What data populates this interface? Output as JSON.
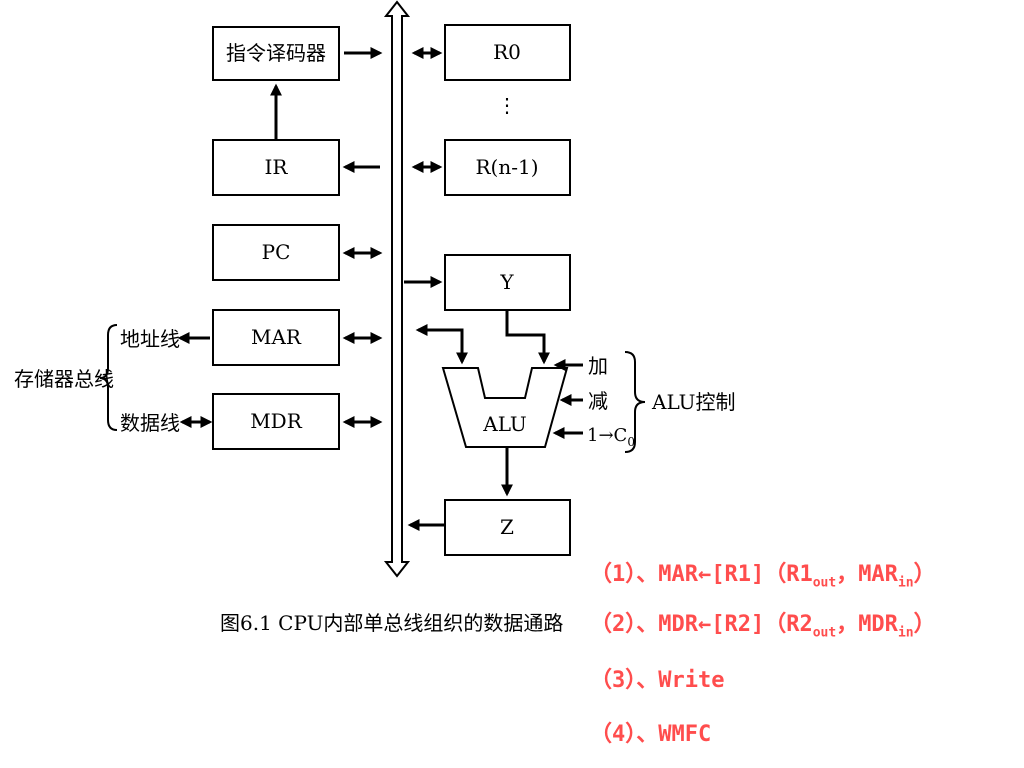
{
  "blocks": {
    "decoder": "指令译码器",
    "ir": "IR",
    "pc": "PC",
    "mar": "MAR",
    "mdr": "MDR",
    "r0": "R0",
    "dots": "⋮",
    "rn1": "R(n-1)",
    "y": "Y",
    "alu": "ALU",
    "z": "Z"
  },
  "labels": {
    "address_line": "地址线",
    "data_line": "数据线",
    "memory_bus": "存储器总线",
    "add": "加",
    "sub": "减",
    "carry_prefix": "1→C",
    "carry_sub": "0",
    "alu_control": "ALU控制"
  },
  "caption": "图6.1  CPU内部单总线组织的数据通路",
  "steps": [
    {
      "prefix": "（1）、MAR←[R1]（R1",
      "s1": "out",
      "mid": "，MAR",
      "s2": "in",
      "suffix": "）"
    },
    {
      "prefix": "（2）、MDR←[R2]（R2",
      "s1": "out",
      "mid": "，MDR",
      "s2": "in",
      "suffix": "）"
    },
    {
      "prefix": "（3）、Write",
      "s1": "",
      "mid": "",
      "s2": "",
      "suffix": ""
    },
    {
      "prefix": "（4）、WMFC",
      "s1": "",
      "mid": "",
      "s2": "",
      "suffix": ""
    }
  ],
  "colors": {
    "step_text": "#ff4d4d",
    "line": "#000000"
  }
}
